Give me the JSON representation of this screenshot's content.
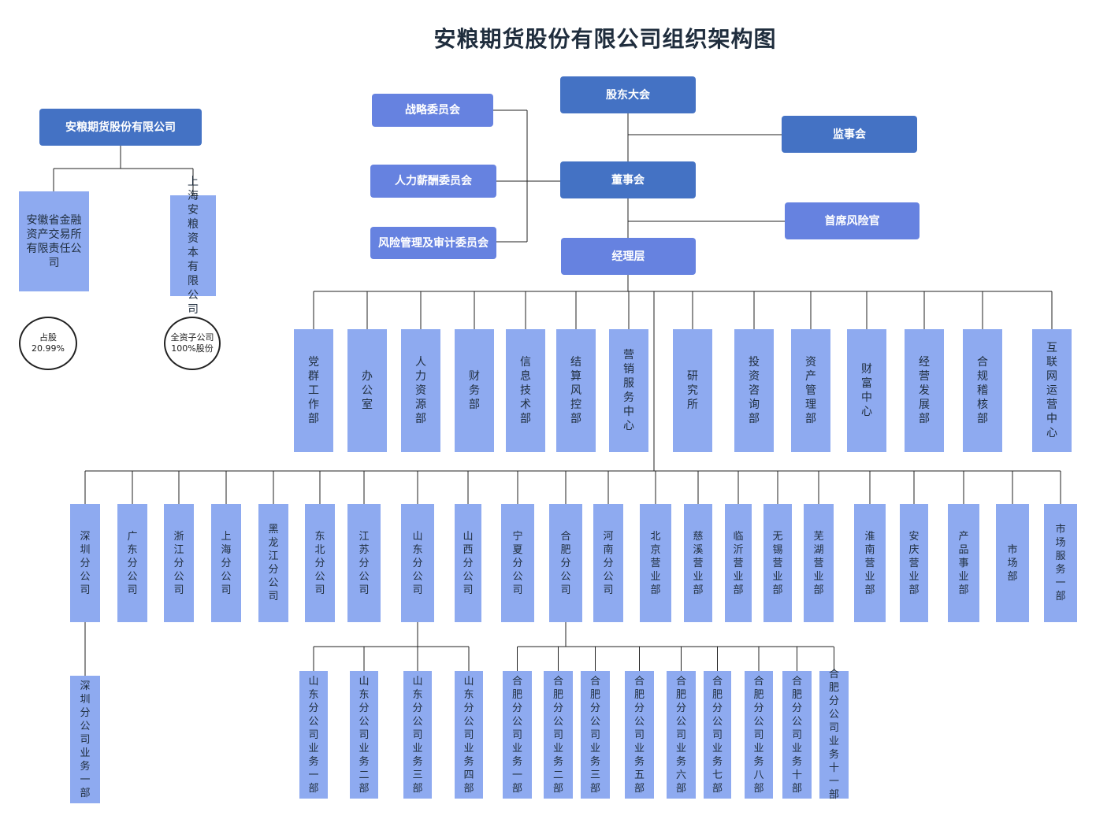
{
  "title": "安粮期货股份有限公司组织架构图",
  "colors": {
    "dark_blue": "#4472c4",
    "mid_blue": "#5b7fdb",
    "light_blue": "#8eaaf0",
    "line": "#222222"
  },
  "shareholders": {
    "company": "安粮期货股份有限公司",
    "holders": [
      {
        "name": "安徽省金融资产交易所有限责任公司",
        "note": "占股 20.99%"
      },
      {
        "name": "上海安粮资本有限公司",
        "note": "全资子公司100%股份"
      }
    ]
  },
  "governance": {
    "shareholders_meeting": "股东大会",
    "supervisory_board": "监事会",
    "board": "董事会",
    "committees": [
      "战略委员会",
      "人力薪酬委员会",
      "风险管理及审计委员会"
    ],
    "chief_risk_officer": "首席风险官",
    "management": "经理层"
  },
  "departments": [
    "党群工作部",
    "办公室",
    "人力资源部",
    "财务部",
    "信息技术部",
    "结算风控部",
    "营销服务中心",
    "研究所",
    "投资咨询部",
    "资产管理部",
    "财富中心",
    "经营发展部",
    "合规稽核部",
    "互联网运营中心"
  ],
  "branches": [
    "深圳分公司",
    "广东分公司",
    "浙江分公司",
    "上海分公司",
    "黑龙江分公司",
    "东北分公司",
    "江苏分公司",
    "山东分公司",
    "山西分公司",
    "宁夏分公司",
    "合肥分公司",
    "河南分公司",
    "北京营业部",
    "慈溪营业部",
    "临沂营业部",
    "无锡营业部",
    "芜湖营业部",
    "淮南营业部",
    "安庆营业部",
    "产品事业部",
    "市场部",
    "市场服务一部"
  ],
  "shenzhen_units": [
    "深圳分公司业务一部"
  ],
  "shandong_units": [
    "山东分公司业务一部",
    "山东分公司业务二部",
    "山东分公司业务三部",
    "山东分公司业务四部"
  ],
  "hefei_units": [
    "合肥分公司业务一部",
    "合肥分公司业务二部",
    "合肥分公司业务三部",
    "合肥分公司业务五部",
    "合肥分公司业务六部",
    "合肥分公司业务七部",
    "合肥分公司业务八部",
    "合肥分公司业务十部",
    "合肥分公司业务十一部"
  ]
}
